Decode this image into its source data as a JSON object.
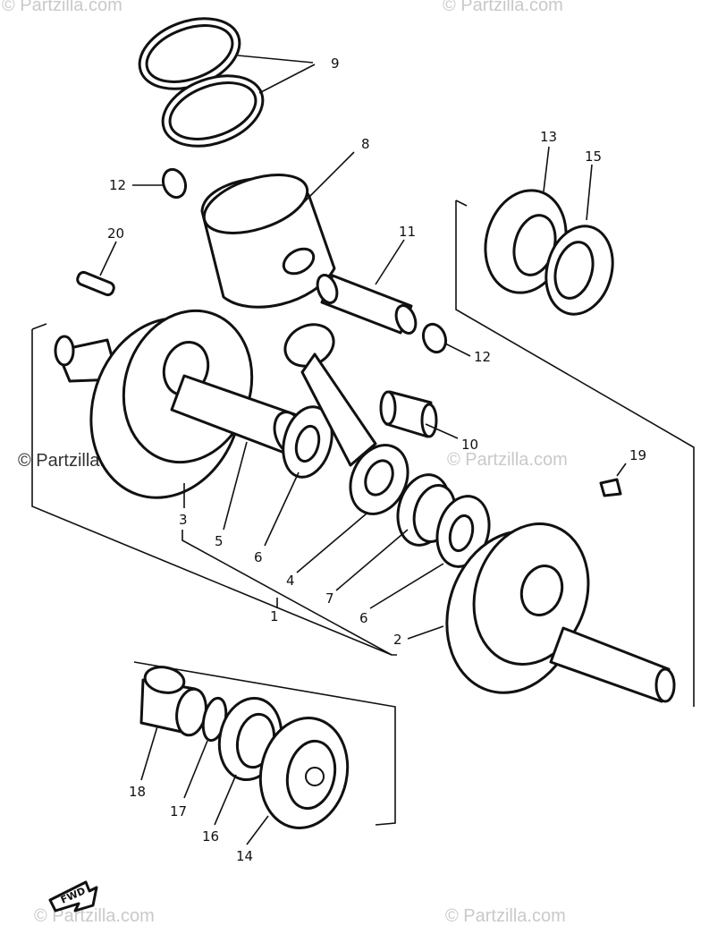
{
  "watermarks": {
    "main": "© Partzilla.com",
    "faint": "© Partzilla.com"
  },
  "fwd_label": "FWD",
  "callouts": {
    "c1": "1",
    "c2": "2",
    "c3": "3",
    "c4": "4",
    "c5": "5",
    "c6a": "6",
    "c6b": "6",
    "c7": "7",
    "c8": "8",
    "c9": "9",
    "c10": "10",
    "c11": "11",
    "c12a": "12",
    "c12b": "12",
    "c13": "13",
    "c14": "14",
    "c15": "15",
    "c16": "16",
    "c17": "17",
    "c18": "18",
    "c19": "19",
    "c20": "20"
  }
}
